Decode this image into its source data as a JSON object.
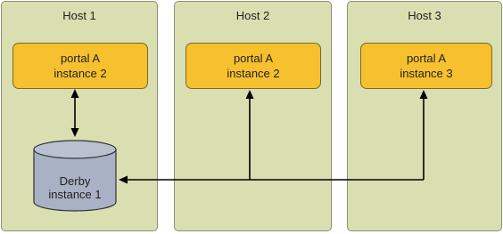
{
  "hosts": [
    {
      "title": "Host 1",
      "portal": {
        "line1": "portal A",
        "line2": "instance 2"
      }
    },
    {
      "title": "Host 2",
      "portal": {
        "line1": "portal A",
        "line2": "instance 2"
      }
    },
    {
      "title": "Host 3",
      "portal": {
        "line1": "portal A",
        "line2": "instance 3"
      }
    }
  ],
  "database": {
    "line1": "Derby",
    "line2": "instance 1"
  },
  "colors": {
    "host_fill": "#d9dfb1",
    "portal_fill": "#f6c02e",
    "db_fill": "#a9b1c4"
  }
}
